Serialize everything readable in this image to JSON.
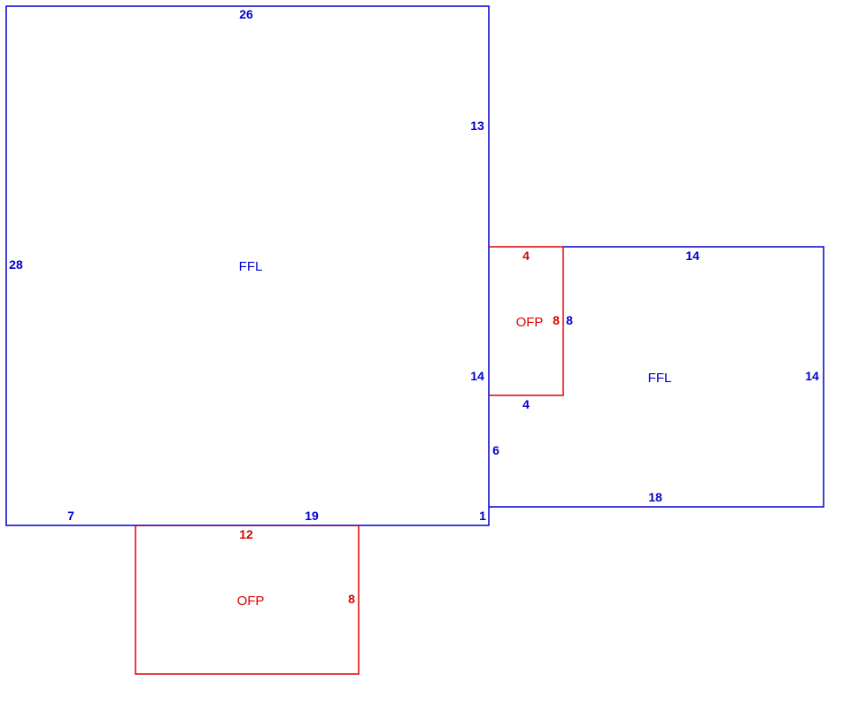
{
  "colors": {
    "ffl": "#0000cc",
    "ofp": "#dd0000"
  },
  "main_ffl": {
    "label": "FFL",
    "dims": {
      "top": "26",
      "right_upper": "13",
      "left": "28",
      "right_lower": "14",
      "bottom_left": "7",
      "bottom_mid": "19",
      "bottom_right": "1"
    }
  },
  "side_ffl": {
    "label": "FFL",
    "dims": {
      "top": "14",
      "right": "14",
      "bottom": "18",
      "left_lower": "6",
      "inner_right": "8",
      "inner_bottom": "4"
    }
  },
  "side_ofp": {
    "label": "OFP",
    "dims": {
      "top": "4",
      "right": "8"
    }
  },
  "bottom_ofp": {
    "label": "OFP",
    "dims": {
      "top": "12",
      "right": "8"
    }
  }
}
